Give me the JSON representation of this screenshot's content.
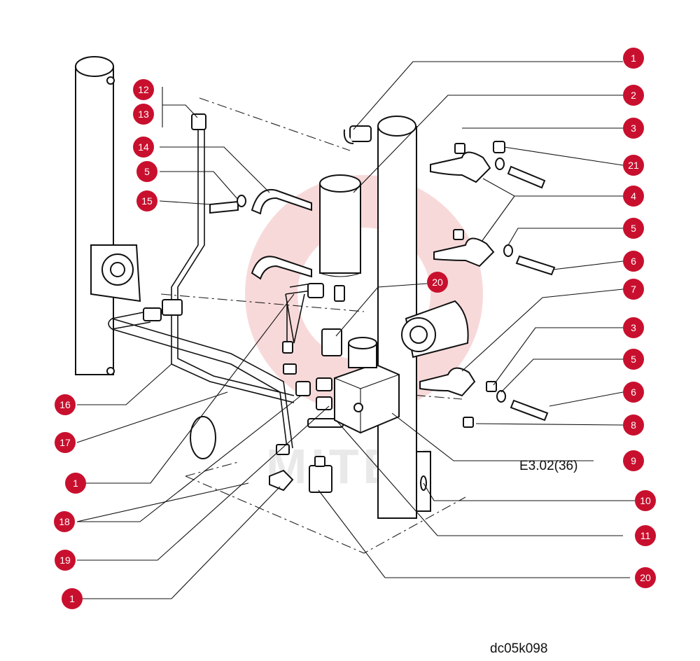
{
  "callouts": [
    {
      "num": "1"
    },
    {
      "num": "2"
    },
    {
      "num": "3"
    },
    {
      "num": "21"
    },
    {
      "num": "4"
    },
    {
      "num": "5"
    },
    {
      "num": "6"
    },
    {
      "num": "7"
    },
    {
      "num": "3"
    },
    {
      "num": "5"
    },
    {
      "num": "6"
    },
    {
      "num": "8"
    },
    {
      "num": "9"
    },
    {
      "num": "10"
    },
    {
      "num": "11"
    },
    {
      "num": "20"
    },
    {
      "num": "12"
    },
    {
      "num": "13"
    },
    {
      "num": "14"
    },
    {
      "num": "5"
    },
    {
      "num": "15"
    },
    {
      "num": "20"
    },
    {
      "num": "16"
    },
    {
      "num": "17"
    },
    {
      "num": "1"
    },
    {
      "num": "18"
    },
    {
      "num": "19"
    },
    {
      "num": "1"
    }
  ],
  "labels": {
    "reference_code": "E3.02(36)",
    "drawing_id": "dc05k098",
    "watermark": "MITEX"
  }
}
